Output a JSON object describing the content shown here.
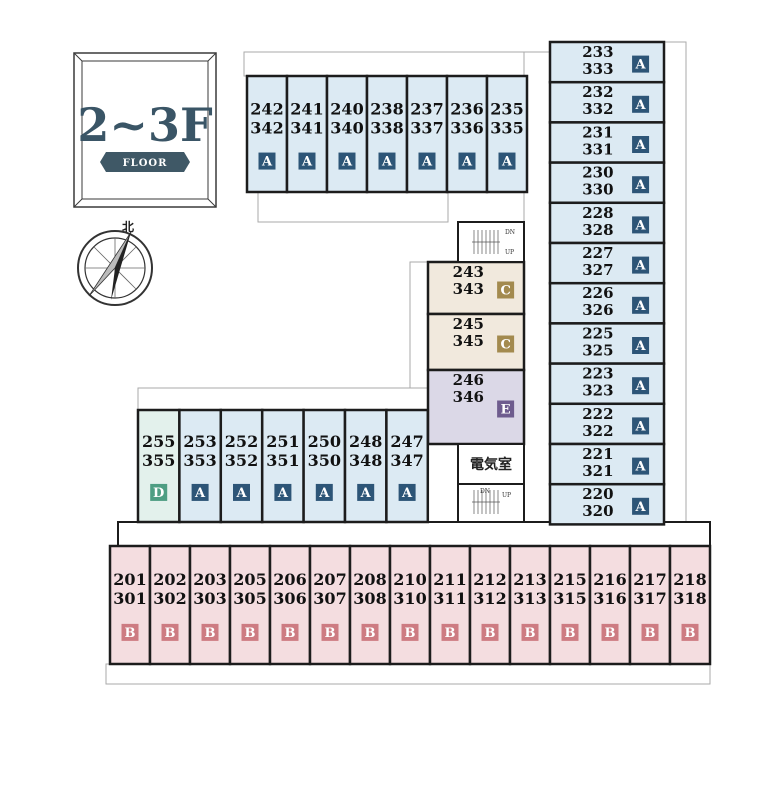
{
  "floor": {
    "big": "2~3F",
    "sub": "FLOOR"
  },
  "north_label": "北",
  "denki_label": "電気室",
  "stair_labels": {
    "dn": "DN",
    "up": "UP"
  },
  "colors": {
    "A": {
      "fill": "#dceaf3",
      "badge": "#2d5577"
    },
    "B": {
      "fill": "#f4dde0",
      "badge": "#cd7b82"
    },
    "C": {
      "fill": "#f1e9dd",
      "badge": "#a38a4e"
    },
    "D": {
      "fill": "#e3f1ec",
      "badge": "#4e9e83"
    },
    "E": {
      "fill": "#dbd8e7",
      "badge": "#6e5c8e"
    },
    "wall": "#1c1c1c",
    "corridor": "#ffffff",
    "outline": "#999999"
  },
  "units": {
    "top_row": [
      {
        "a": "242",
        "b": "342",
        "t": "A"
      },
      {
        "a": "241",
        "b": "341",
        "t": "A"
      },
      {
        "a": "240",
        "b": "340",
        "t": "A"
      },
      {
        "a": "238",
        "b": "338",
        "t": "A"
      },
      {
        "a": "237",
        "b": "337",
        "t": "A"
      },
      {
        "a": "236",
        "b": "336",
        "t": "A"
      },
      {
        "a": "235",
        "b": "335",
        "t": "A"
      }
    ],
    "right_col": [
      {
        "a": "233",
        "b": "333",
        "t": "A"
      },
      {
        "a": "232",
        "b": "332",
        "t": "A"
      },
      {
        "a": "231",
        "b": "331",
        "t": "A"
      },
      {
        "a": "230",
        "b": "330",
        "t": "A"
      },
      {
        "a": "228",
        "b": "328",
        "t": "A"
      },
      {
        "a": "227",
        "b": "327",
        "t": "A"
      },
      {
        "a": "226",
        "b": "326",
        "t": "A"
      },
      {
        "a": "225",
        "b": "325",
        "t": "A"
      },
      {
        "a": "223",
        "b": "323",
        "t": "A"
      },
      {
        "a": "222",
        "b": "322",
        "t": "A"
      },
      {
        "a": "221",
        "b": "321",
        "t": "A"
      },
      {
        "a": "220",
        "b": "320",
        "t": "A"
      }
    ],
    "middle": [
      {
        "a": "243",
        "b": "343",
        "t": "C"
      },
      {
        "a": "245",
        "b": "345",
        "t": "C"
      },
      {
        "a": "246",
        "b": "346",
        "t": "E"
      }
    ],
    "mid_row": [
      {
        "a": "255",
        "b": "355",
        "t": "D"
      },
      {
        "a": "253",
        "b": "353",
        "t": "A"
      },
      {
        "a": "252",
        "b": "352",
        "t": "A"
      },
      {
        "a": "251",
        "b": "351",
        "t": "A"
      },
      {
        "a": "250",
        "b": "350",
        "t": "A"
      },
      {
        "a": "248",
        "b": "348",
        "t": "A"
      },
      {
        "a": "247",
        "b": "347",
        "t": "A"
      }
    ],
    "bottom_row": [
      {
        "a": "201",
        "b": "301",
        "t": "B"
      },
      {
        "a": "202",
        "b": "302",
        "t": "B"
      },
      {
        "a": "203",
        "b": "303",
        "t": "B"
      },
      {
        "a": "205",
        "b": "305",
        "t": "B"
      },
      {
        "a": "206",
        "b": "306",
        "t": "B"
      },
      {
        "a": "207",
        "b": "307",
        "t": "B"
      },
      {
        "a": "208",
        "b": "308",
        "t": "B"
      },
      {
        "a": "210",
        "b": "310",
        "t": "B"
      },
      {
        "a": "211",
        "b": "311",
        "t": "B"
      },
      {
        "a": "212",
        "b": "312",
        "t": "B"
      },
      {
        "a": "213",
        "b": "313",
        "t": "B"
      },
      {
        "a": "215",
        "b": "315",
        "t": "B"
      },
      {
        "a": "216",
        "b": "316",
        "t": "B"
      },
      {
        "a": "217",
        "b": "317",
        "t": "B"
      },
      {
        "a": "218",
        "b": "318",
        "t": "B"
      }
    ]
  }
}
